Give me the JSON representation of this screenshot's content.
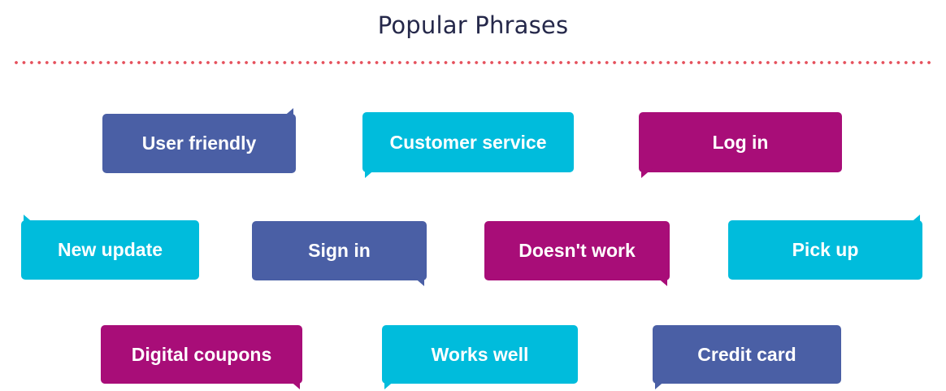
{
  "title": "Popular Phrases",
  "colors": {
    "title": "#25284a",
    "divider": "#e5505c",
    "blue": "#4a5fa5",
    "cyan": "#00bcdc",
    "magenta": "#a80d78"
  },
  "phrases": [
    {
      "label": "User friendly"
    },
    {
      "label": "Customer service"
    },
    {
      "label": "Log in"
    },
    {
      "label": "New update"
    },
    {
      "label": "Sign in"
    },
    {
      "label": "Doesn't work"
    },
    {
      "label": "Pick up"
    },
    {
      "label": "Digital coupons"
    },
    {
      "label": "Works well"
    },
    {
      "label": "Credit card"
    }
  ]
}
